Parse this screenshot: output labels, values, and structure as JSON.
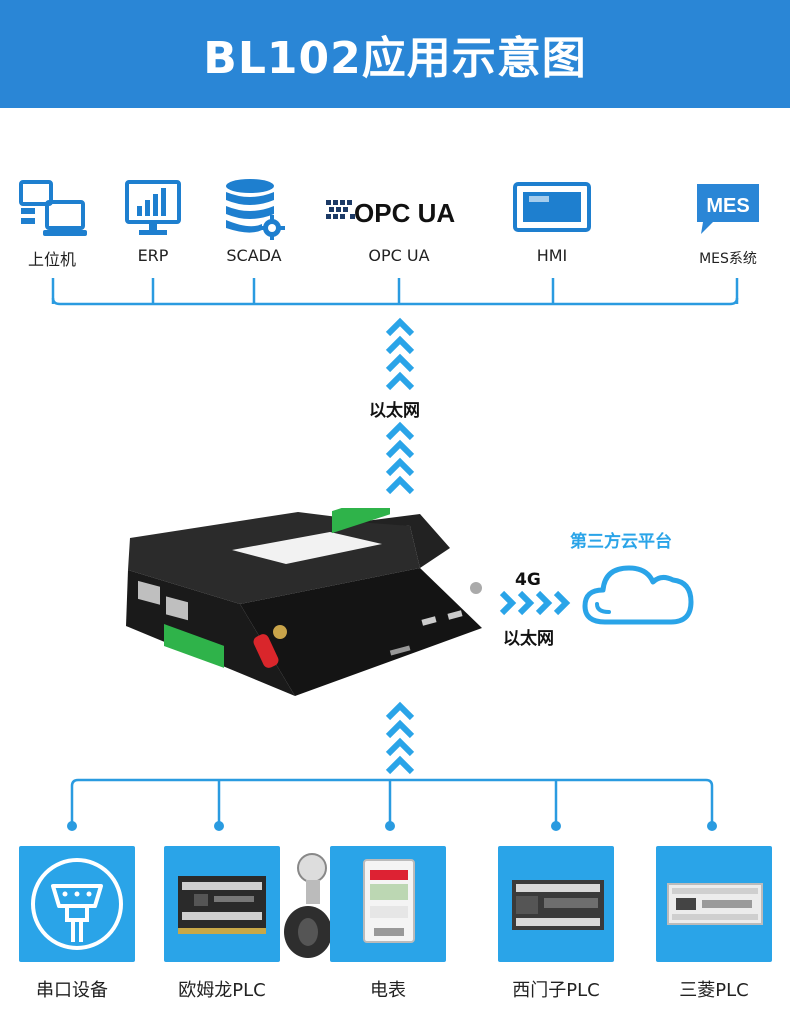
{
  "header": {
    "title": "BL102应用示意图"
  },
  "top_systems": [
    {
      "label": "上位机",
      "icon": "computer-icon"
    },
    {
      "label": "ERP",
      "icon": "bar-chart-monitor-icon"
    },
    {
      "label": "SCADA",
      "icon": "database-gear-icon"
    },
    {
      "label": "OPC UA",
      "icon": "opc-ua-logo",
      "logo_text": "OPC UA"
    },
    {
      "label": "HMI",
      "icon": "hmi-screen-icon"
    },
    {
      "label": "MES系统",
      "icon": "mes-bubble-icon",
      "badge_text": "MES"
    }
  ],
  "links": {
    "upper": "以太网",
    "right_top": "4G",
    "right_bottom": "以太网"
  },
  "cloud": {
    "title": "第三方云平台",
    "icon": "cloud-icon"
  },
  "gateway": {
    "name": "BL102",
    "icon": "gateway-device"
  },
  "field_devices": [
    {
      "label": "串口设备",
      "icon": "serial-port-icon"
    },
    {
      "label": "欧姆龙PLC",
      "icon": "plc-image"
    },
    {
      "label": "电表",
      "icon": "electric-meter-image"
    },
    {
      "label": "西门子PLC",
      "icon": "plc-image"
    },
    {
      "label": "三菱PLC",
      "icon": "plc-image"
    }
  ],
  "colors": {
    "banner": "#2a86d6",
    "accent": "#2aa4e8",
    "line": "#2a9be0",
    "icon": "#1e7fcf"
  }
}
